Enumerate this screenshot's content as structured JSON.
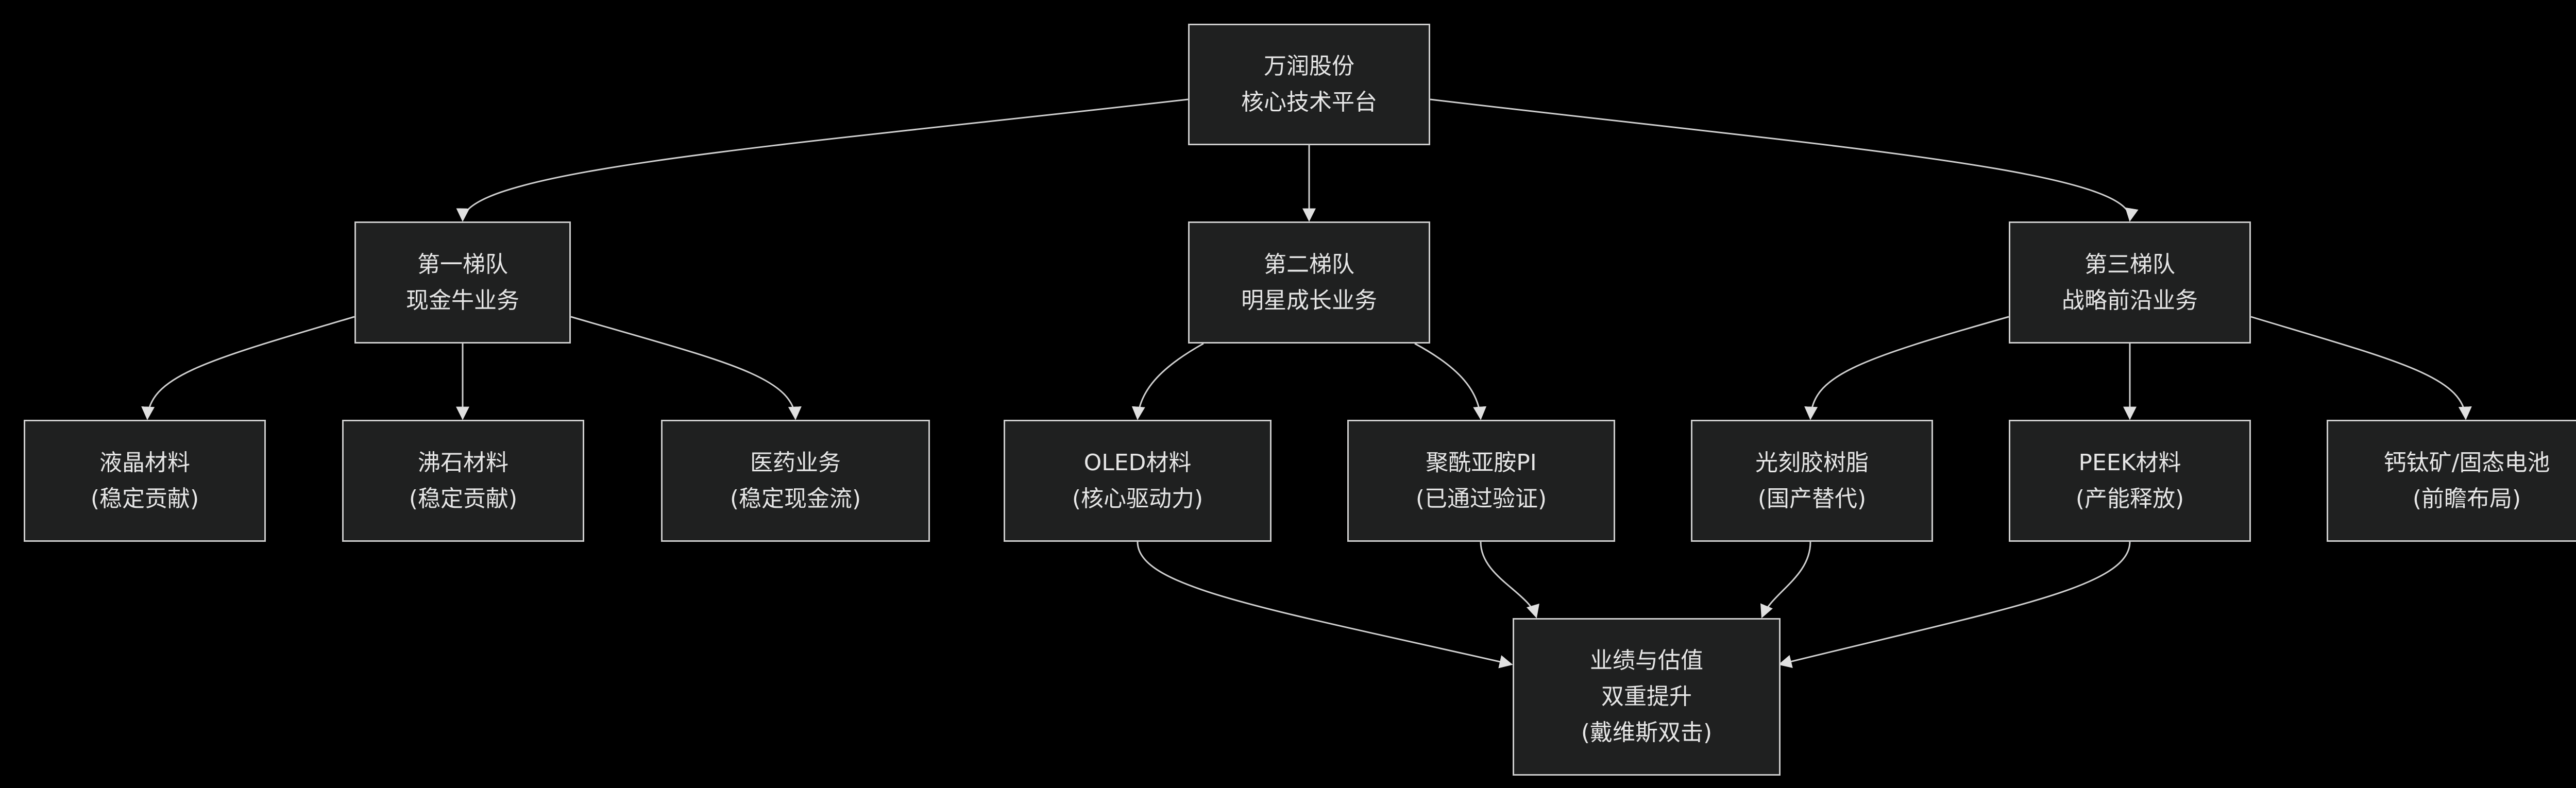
{
  "diagram": {
    "title": "",
    "nodes": {
      "root": {
        "lines": [
          "万润股份",
          "核心技术平台"
        ]
      },
      "tier1": {
        "lines": [
          "第一梯队",
          "现金牛业务"
        ]
      },
      "tier2": {
        "lines": [
          "第二梯队",
          "明星成长业务"
        ]
      },
      "tier3": {
        "lines": [
          "第三梯队",
          "战略前沿业务"
        ]
      },
      "lcd": {
        "lines": [
          "液晶材料",
          "(稳定贡献)"
        ]
      },
      "zeolite": {
        "lines": [
          "沸石材料",
          "(稳定贡献)"
        ]
      },
      "pharma": {
        "lines": [
          "医药业务",
          "(稳定现金流)"
        ]
      },
      "oled": {
        "lines": [
          "OLED材料",
          "(核心驱动力)"
        ]
      },
      "pi": {
        "lines": [
          "聚酰亚胺PI",
          "(已通过验证)"
        ]
      },
      "photoresist": {
        "lines": [
          "光刻胶树脂",
          "(国产替代)"
        ]
      },
      "peek": {
        "lines": [
          "PEEK材料",
          "(产能释放)"
        ]
      },
      "perovskite": {
        "lines": [
          "钙钛矿/固态电池",
          "(前瞻布局)"
        ]
      },
      "result": {
        "lines": [
          "业绩与估值",
          "双重提升",
          "(戴维斯双击)"
        ]
      }
    },
    "edges": [
      {
        "from": "root",
        "to": "tier1"
      },
      {
        "from": "root",
        "to": "tier2"
      },
      {
        "from": "root",
        "to": "tier3"
      },
      {
        "from": "tier1",
        "to": "lcd"
      },
      {
        "from": "tier1",
        "to": "zeolite"
      },
      {
        "from": "tier1",
        "to": "pharma"
      },
      {
        "from": "tier2",
        "to": "oled"
      },
      {
        "from": "tier2",
        "to": "pi"
      },
      {
        "from": "tier3",
        "to": "photoresist"
      },
      {
        "from": "tier3",
        "to": "peek"
      },
      {
        "from": "tier3",
        "to": "perovskite"
      },
      {
        "from": "oled",
        "to": "result"
      },
      {
        "from": "pi",
        "to": "result"
      },
      {
        "from": "photoresist",
        "to": "result"
      },
      {
        "from": "peek",
        "to": "result"
      }
    ],
    "colors": {
      "background": "#000000",
      "node_fill": "#1f2020",
      "node_border": "#cccccc",
      "text": "#e6e6e6",
      "edge": "#cfcfcf"
    }
  }
}
